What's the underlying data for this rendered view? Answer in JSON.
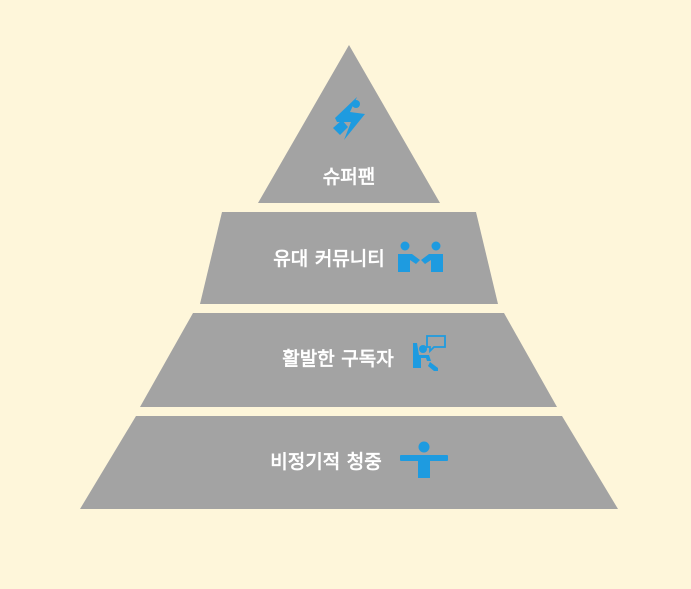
{
  "colors": {
    "background": "#fef6da",
    "tier_fill": "#a3a3a3",
    "icon_accent": "#1e9be0",
    "label_text": "#ffffff"
  },
  "pyramid": {
    "tiers": [
      {
        "label": "슈퍼팬",
        "icon": "superhero-flying-icon"
      },
      {
        "label": "유대 커뮤니티",
        "icon": "two-people-handshake-icon"
      },
      {
        "label": "활발한 구독자",
        "icon": "person-speech-bubble-icon"
      },
      {
        "label": "비정기적 청중",
        "icon": "person-standing-icon"
      }
    ]
  }
}
